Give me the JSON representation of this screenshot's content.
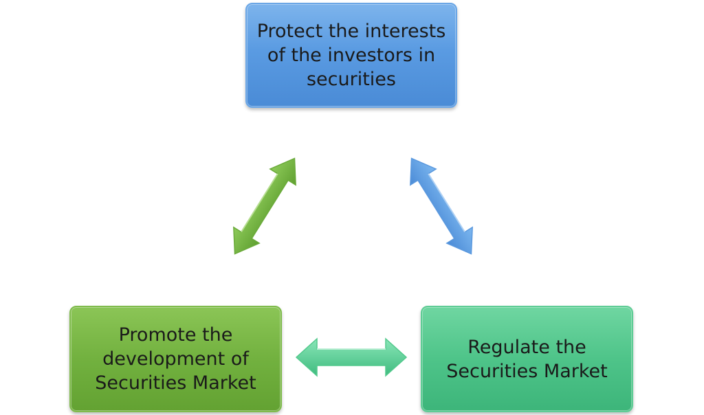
{
  "diagram": {
    "top_box": {
      "lines": [
        "Protect the interests",
        "of the investors in",
        "securities"
      ]
    },
    "left_box": {
      "lines": [
        "Promote the",
        "development of",
        "Securities Market"
      ]
    },
    "right_box": {
      "lines": [
        "Regulate the",
        "Securities Market"
      ]
    },
    "colors": {
      "top_box": "#5a9be2",
      "left_box": "#72b13f",
      "right_box": "#4ec489",
      "arrow_left": "#7ab946",
      "arrow_right": "#5a9be2",
      "arrow_bottom": "#5fd39a"
    }
  }
}
